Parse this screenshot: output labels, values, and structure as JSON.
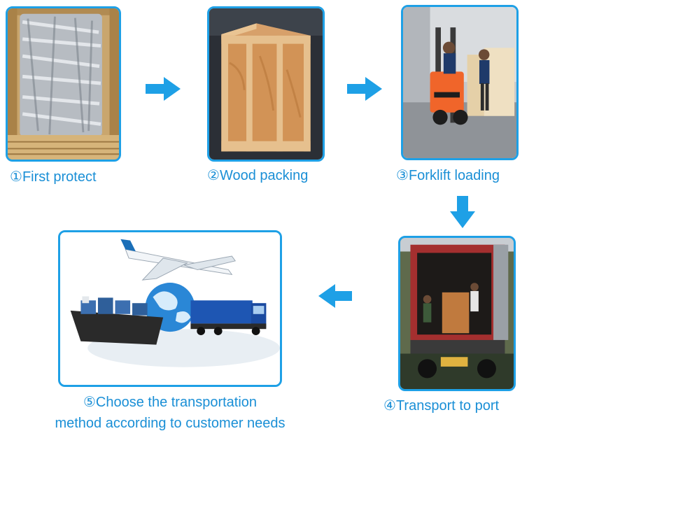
{
  "steps": [
    {
      "number": "①",
      "label": "First protect",
      "image": "wrapped-machine-photo"
    },
    {
      "number": "②",
      "label": "Wood packing",
      "image": "wooden-crate-photo"
    },
    {
      "number": "③",
      "label": "Forklift loading",
      "image": "forklift-photo"
    },
    {
      "number": "④",
      "label": "Transport to port",
      "image": "container-truck-photo"
    },
    {
      "number": "⑤",
      "label_line1": "Choose the transportation",
      "label_line2": "method according to customer needs",
      "image": "global-shipping-photo"
    }
  ],
  "arrows": [
    "right",
    "right",
    "down",
    "left"
  ],
  "colors": {
    "accent": "#1ea0e6",
    "text": "#1a8fd6"
  }
}
